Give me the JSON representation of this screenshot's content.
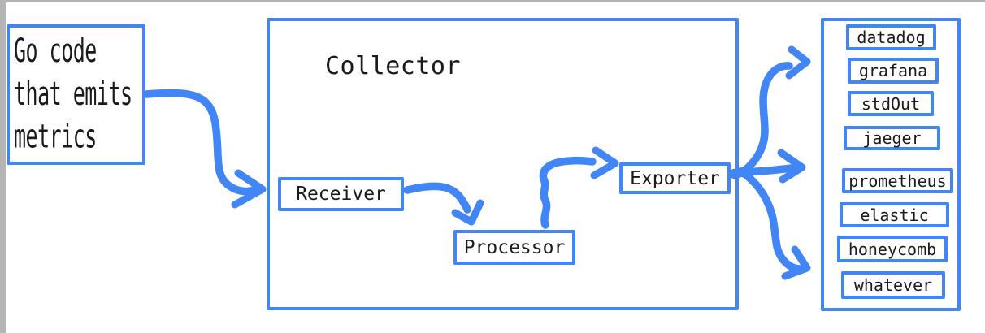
{
  "window": {
    "background": "#ffffff",
    "frame_color": "#b5b5b5"
  },
  "colors": {
    "accent": "#4285f4",
    "text": "#1a1a1a"
  },
  "source": {
    "label": "Go code\nthat emits\nmetrics"
  },
  "collector": {
    "title": "Collector",
    "stages": [
      {
        "label": "Receiver"
      },
      {
        "label": "Processor"
      },
      {
        "label": "Exporter"
      }
    ]
  },
  "destinations": {
    "items": [
      "datadog",
      "grafana",
      "stdOut",
      "jaeger",
      "prometheus",
      "elastic",
      "honeycomb",
      "whatever"
    ]
  }
}
